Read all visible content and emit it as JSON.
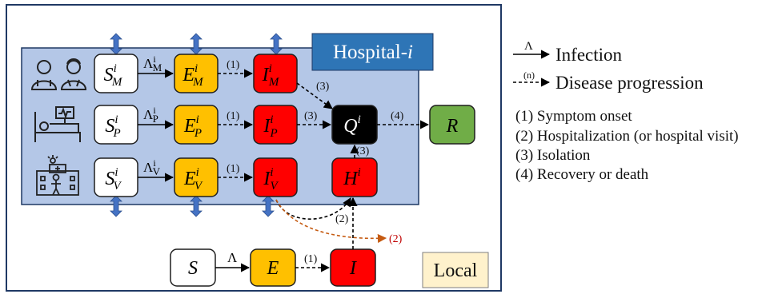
{
  "hospital_label": {
    "name": "Hospital-",
    "index": "i"
  },
  "local_label": "Local",
  "rows": {
    "M": {
      "S": "S",
      "E": "E",
      "I": "I",
      "sub": "M",
      "sup": "i",
      "rate": "Λ",
      "rate_sup": "i",
      "rate_sub": "M"
    },
    "P": {
      "S": "S",
      "E": "E",
      "I": "I",
      "sub": "P",
      "sup": "i",
      "rate": "Λ",
      "rate_sup": "i",
      "rate_sub": "P"
    },
    "V": {
      "S": "S",
      "E": "E",
      "I": "I",
      "sub": "V",
      "sup": "i",
      "rate": "Λ",
      "rate_sup": "i",
      "rate_sub": "V"
    }
  },
  "nodes": {
    "Q": {
      "base": "Q",
      "sup": "i"
    },
    "H": {
      "base": "H",
      "sup": "i"
    },
    "R": "R",
    "S": "S",
    "E": "E",
    "I": "I"
  },
  "edge_labels": {
    "p1": "(1)",
    "p2": "(2)",
    "p3": "(3)",
    "p4": "(4)",
    "local_rate": "Λ"
  },
  "legend": {
    "infection_symbol": "Λ",
    "infection_label": "Infection",
    "progression_symbol": "(n)",
    "progression_label": "Disease progression",
    "items": [
      "(1) Symptom onset",
      "(2) Hospitalization (or hospital visit)",
      "(3) Isolation",
      "(4) Recovery or death"
    ]
  },
  "icons": [
    "doctors-icon",
    "hospital-bed-icon",
    "hospital-visitor-icon"
  ],
  "colors": {
    "susceptible": "#ffffff",
    "exposed": "#ffc000",
    "infected": "#ff0000",
    "quarantined": "#000000",
    "recovered": "#70ad47",
    "hospital_bg": "#b4c7e7",
    "hospital_label_bg": "#2e75b6",
    "local_label_bg": "#fff2cc",
    "movement_arrow": "#4472c4",
    "local_hospitalization_arrow": "#c55a11"
  }
}
